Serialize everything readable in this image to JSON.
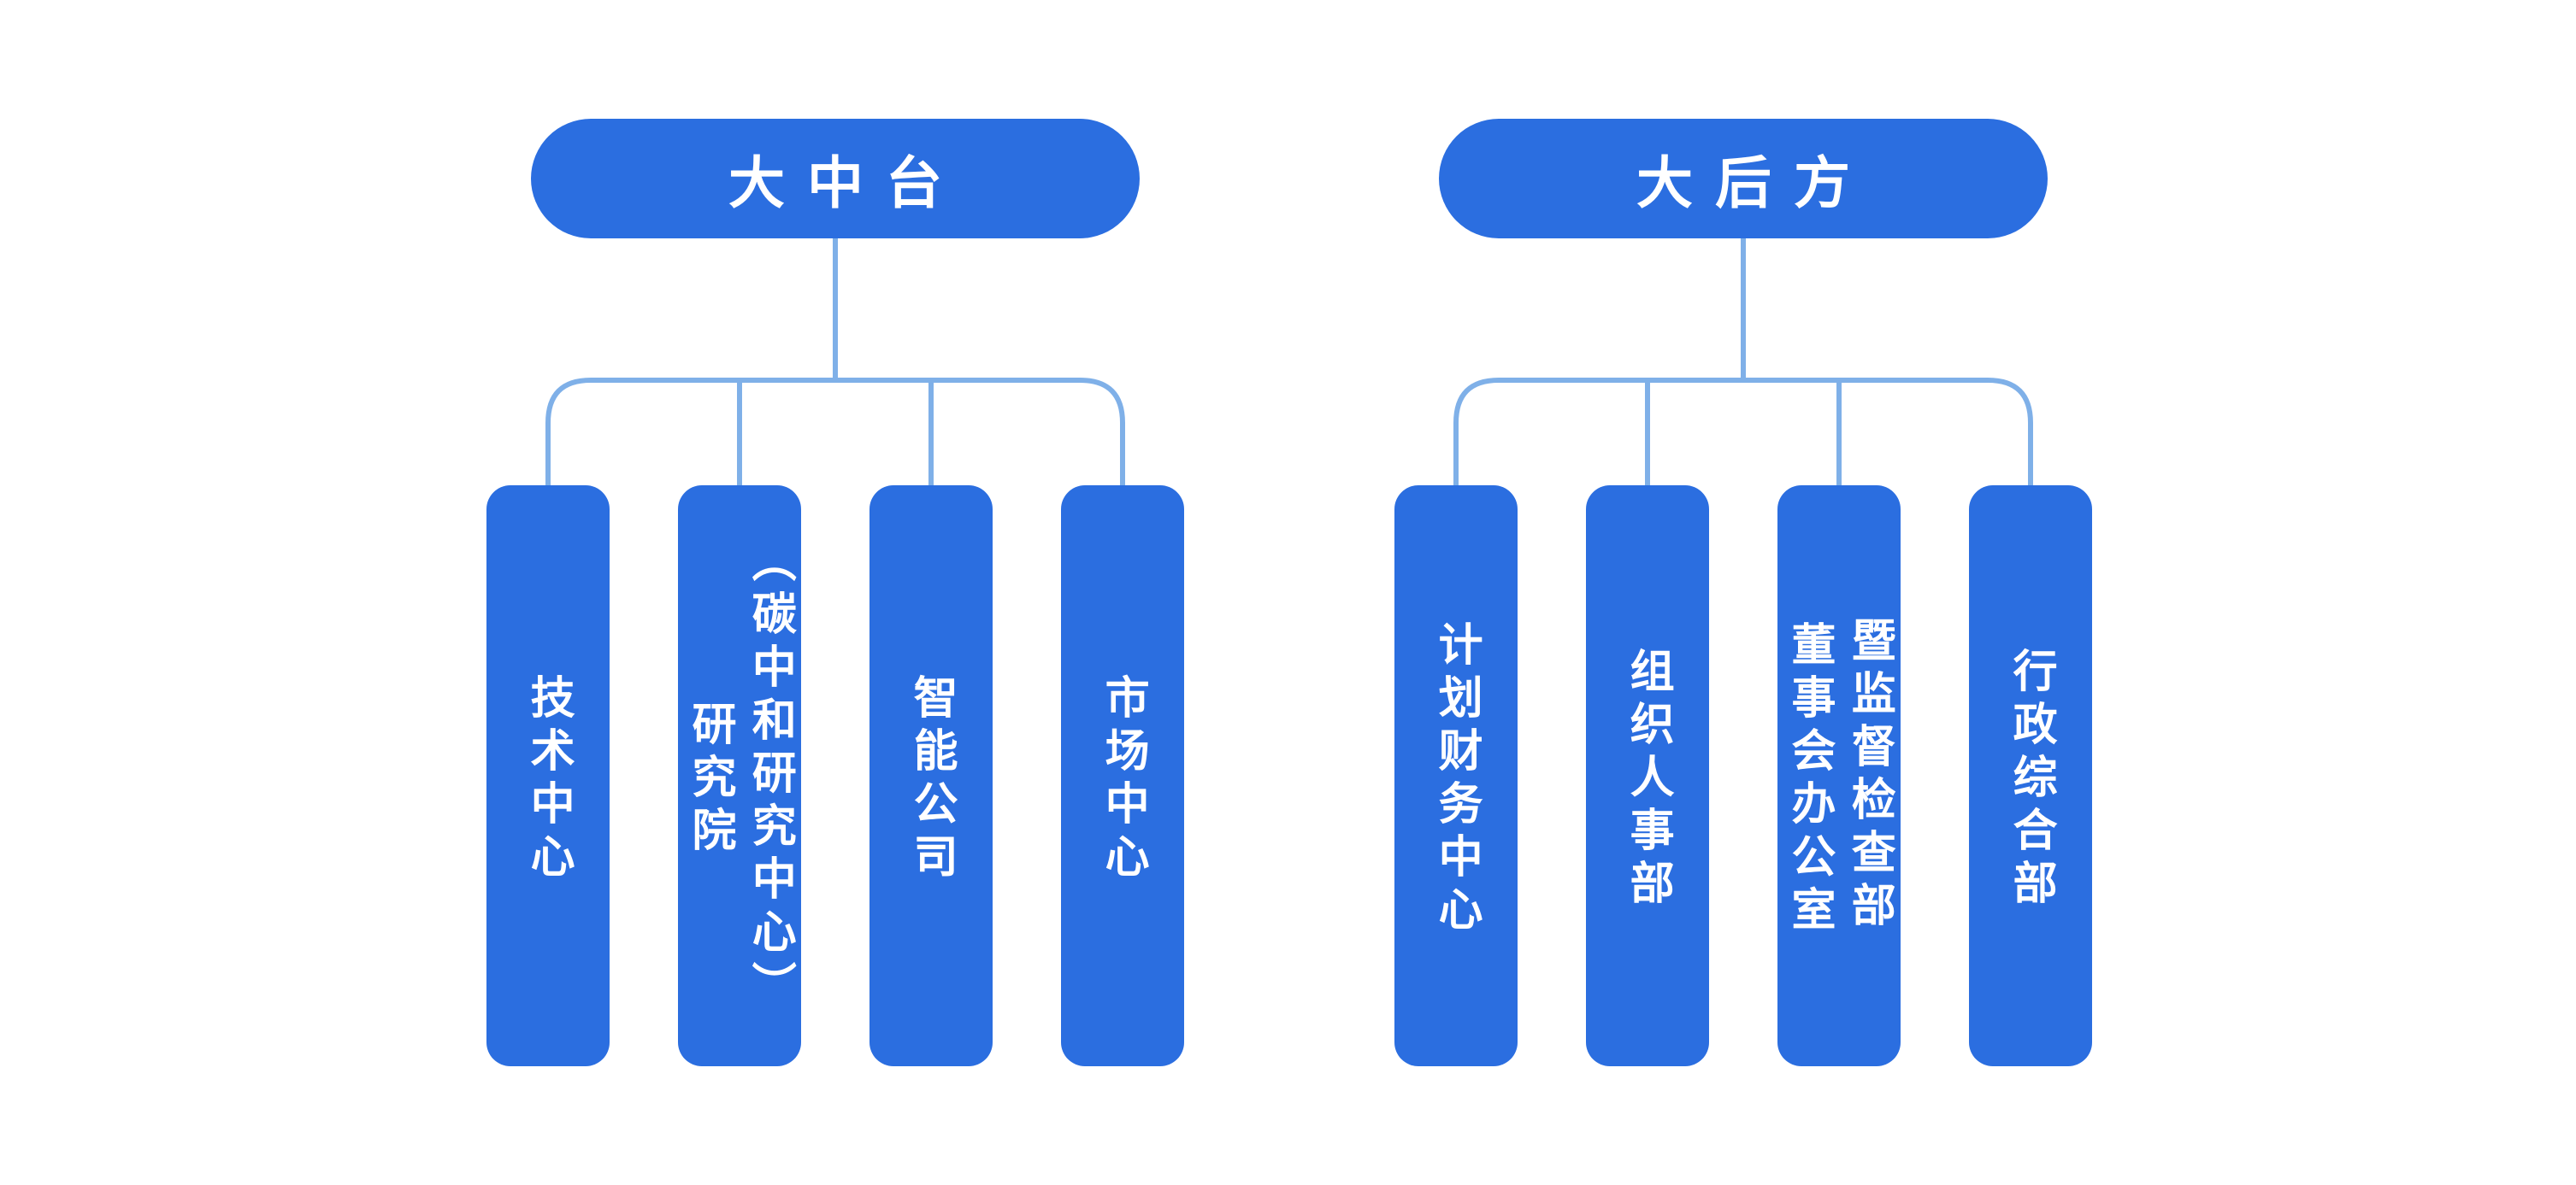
{
  "diagram": {
    "type": "org-chart",
    "colors": {
      "node_fill": "#2B6EE0",
      "connector": "#7FB0E8",
      "label_text": "#FFFFFF",
      "background": "#FFFFFF"
    },
    "branches": [
      {
        "root": {
          "label": "大中台"
        },
        "children": [
          {
            "label": "技术中心"
          },
          {
            "label": "研究院\n（碳中和研究中心）"
          },
          {
            "label": "智能公司"
          },
          {
            "label": "市场中心"
          }
        ]
      },
      {
        "root": {
          "label": "大后方"
        },
        "children": [
          {
            "label": "计划财务中心"
          },
          {
            "label": "组织人事部"
          },
          {
            "label": "董事会办公室\n暨监督检查部"
          },
          {
            "label": "行政综合部"
          }
        ]
      }
    ]
  }
}
